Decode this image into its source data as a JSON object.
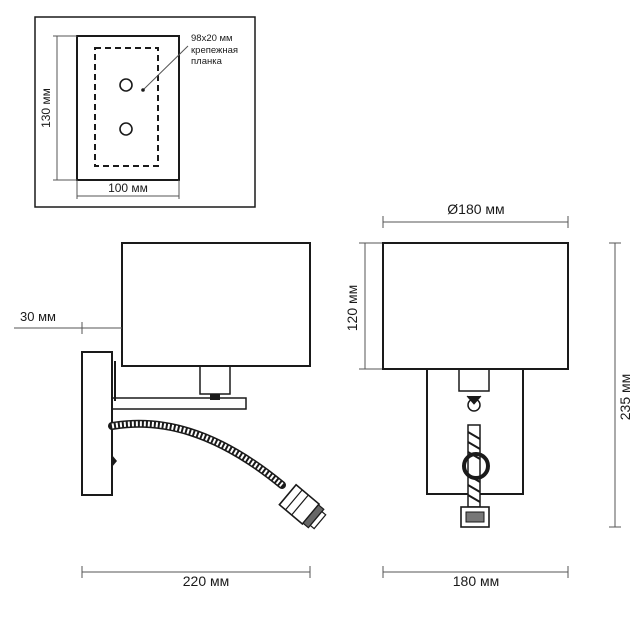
{
  "labels": {
    "plate_height": "130 мм",
    "plate_width": "100 мм",
    "bracket_size": "98x20 мм",
    "bracket_name_line1": "крепежная",
    "bracket_name_line2": "планка",
    "diameter": "Ø180 мм",
    "shade_height": "120 мм",
    "wall_offset": "30 мм",
    "total_height": "235 мм",
    "side_width": "220 мм",
    "front_width": "180 мм"
  }
}
